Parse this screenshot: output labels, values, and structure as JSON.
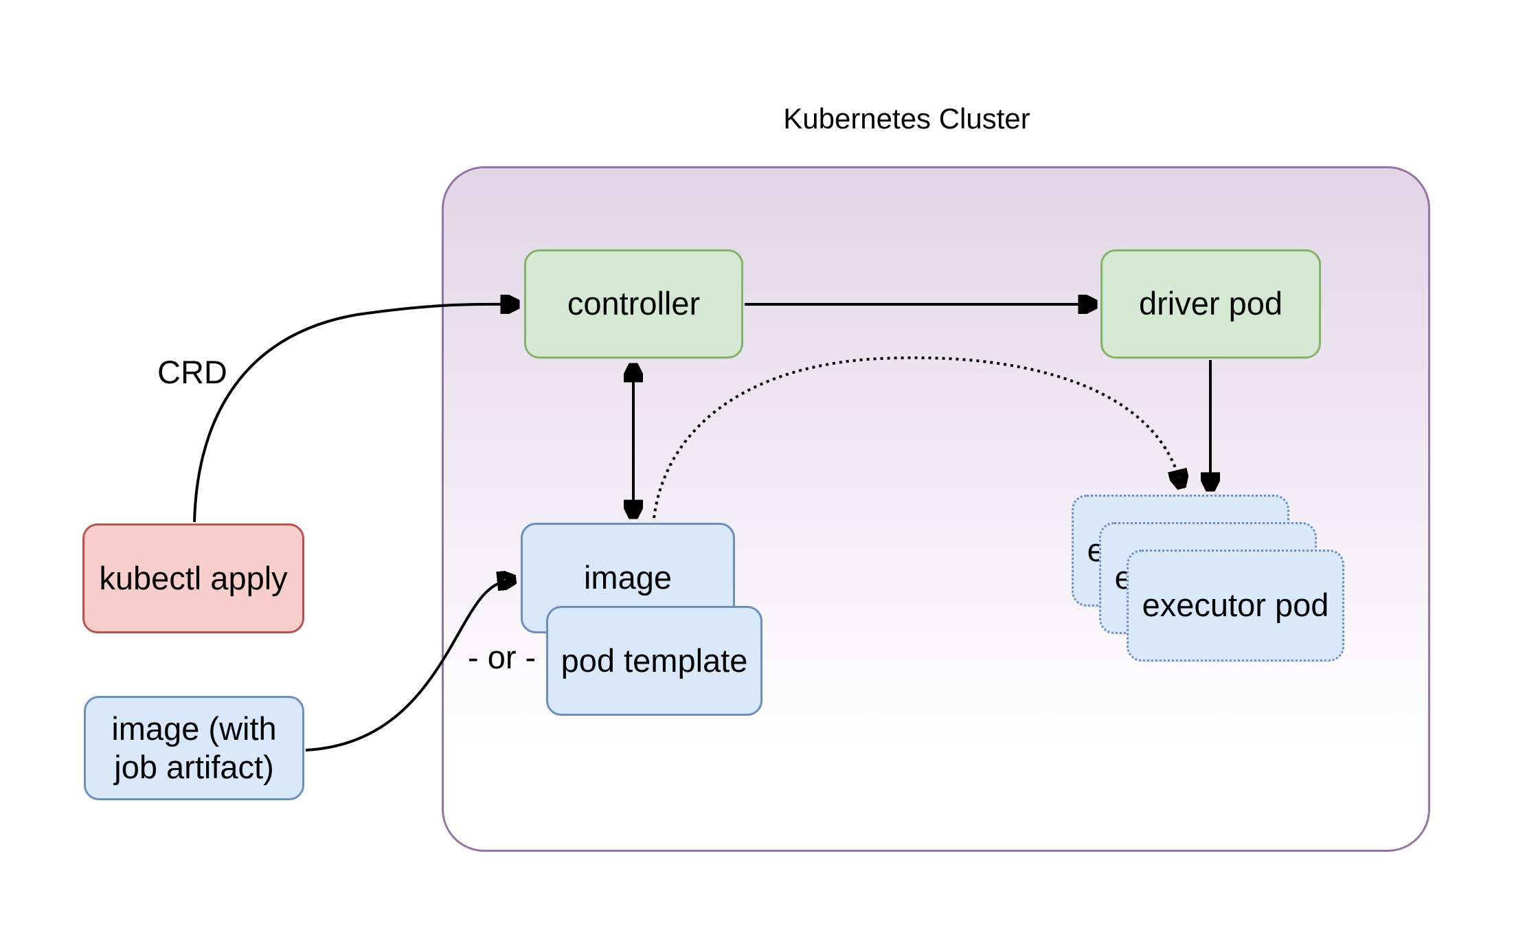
{
  "title": "Kubernetes Cluster",
  "labels": {
    "crd": "CRD",
    "or": "- or -"
  },
  "nodes": {
    "kubectl_apply": {
      "label": "kubectl apply"
    },
    "image_with_artifact": {
      "line1": "image (with",
      "line2": "job artifact)"
    },
    "controller": {
      "label": "controller"
    },
    "driver_pod": {
      "label": "driver pod"
    },
    "image": {
      "label": "image"
    },
    "pod_template": {
      "label": "pod template"
    },
    "executor_pod_back": {
      "label": "executor pod"
    },
    "executor_pod_middle": {
      "label": "executor pod"
    },
    "executor_pod_front": {
      "label": "executor pod"
    }
  },
  "colors": {
    "canvas": "#ffffff",
    "cluster-border": "#9673a6",
    "cluster-fill-top": "#e1d5e7",
    "cluster-fill-bottom": "#ffffff",
    "green-fill": "#d5e8d4",
    "green-border": "#82b366",
    "blue-fill": "#dae8fc",
    "blue-border": "#6c8ebf",
    "red-fill": "#f8cecc",
    "red-border": "#b85450",
    "arrow": "#000000",
    "text": "#000000"
  }
}
